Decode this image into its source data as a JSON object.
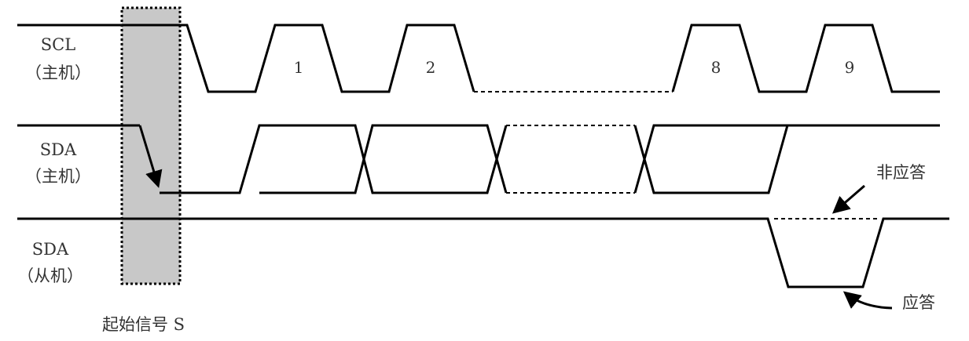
{
  "diagram": {
    "type": "I2C timing diagram",
    "rows": [
      {
        "name": "SCL",
        "role": "（主机）"
      },
      {
        "name": "SDA",
        "role": "（主机）"
      },
      {
        "name": "SDA",
        "role": "（从机）"
      }
    ],
    "clock_labels": [
      "1",
      "2",
      "8",
      "9"
    ],
    "annotations": {
      "start": "起始信号 S",
      "nack": "非应答",
      "ack": "应答"
    },
    "colors": {
      "line": "#000000",
      "start_region_fill": "#c8c8c8",
      "text": "#333333"
    }
  }
}
